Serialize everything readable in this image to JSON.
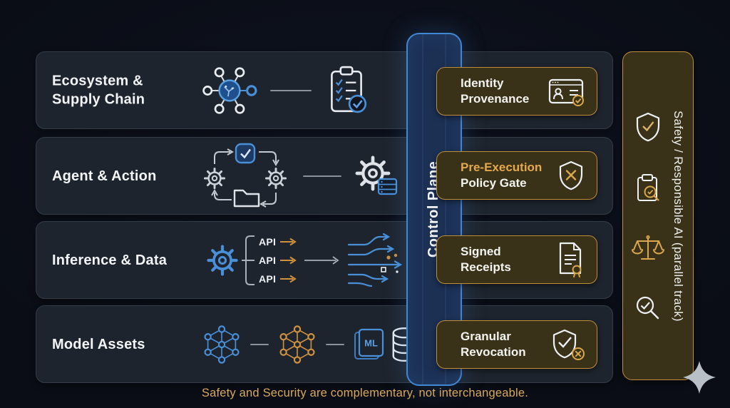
{
  "palette": {
    "background": "#0a0d15",
    "row_bg": "#1e242d",
    "row_border": "#353c48",
    "blue_accent": "#4a90d9",
    "blue_deep": "#1f4f8c",
    "control_bg": "#1c3054",
    "control_border": "#4187d1",
    "gold_bg": "#3a3119",
    "gold_border": "#c08d3a",
    "gold_text": "#e6a84d",
    "gold_icon": "#d9a74c",
    "white_text": "#f2f4f6",
    "gray_line": "#8b929c",
    "icon_white": "#e9edf2",
    "orange_accent": "#d0913d",
    "caption_color": "#d9a95f"
  },
  "rows": [
    {
      "title": "Ecosystem &\nSupply Chain",
      "icons": [
        "network-hub-icon",
        "audit-checklist-icon"
      ]
    },
    {
      "title": "Agent & Action",
      "icons": [
        "agent-loop-icon",
        "gear-server-icon"
      ]
    },
    {
      "title": "Inference & Data",
      "api_label": "API",
      "icons": [
        "gear-icon",
        "api-fanout-bracket",
        "dataflow-icon"
      ]
    },
    {
      "title": "Model Assets",
      "ml_label": "ML",
      "icons": [
        "neural-net-blue-icon",
        "neural-net-orange-icon",
        "ml-package-icon",
        "database-icon"
      ]
    }
  ],
  "control_plane": {
    "label": "Control Plane"
  },
  "gates": [
    {
      "line1": "Identity",
      "line2": "Provenance",
      "icon": "id-card-check-icon"
    },
    {
      "line1": "Pre-Execution",
      "line2": "Policy Gate",
      "icon": "shield-x-icon",
      "highlighted_line": "Pre-Execution"
    },
    {
      "line1": "Signed",
      "line2": "Receipts",
      "icon": "certified-document-icon"
    },
    {
      "line1": "Granular",
      "line2": "Revocation",
      "icon": "shield-revoke-icon"
    }
  ],
  "side_panel": {
    "label": "Safety / Responsible AI (parallel track)",
    "icons": [
      "shield-check-icon",
      "clipboard-audit-icon",
      "scales-icon",
      "magnifier-check-icon"
    ]
  },
  "caption": "Safety and Security are complementary, not interchangeable."
}
